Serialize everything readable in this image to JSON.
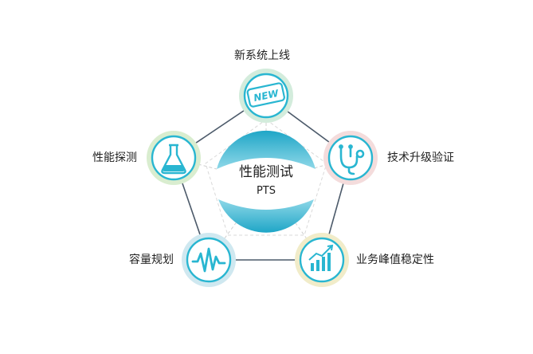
{
  "diagram": {
    "center": {
      "title": "性能测试",
      "subtitle": "PTS"
    },
    "nodes": [
      {
        "id": "new-system",
        "label": "新系统上线",
        "icon": "new-badge-icon",
        "ring_color": "#d3ecdc",
        "icon_badge_text": "NEW"
      },
      {
        "id": "tech-upgrade",
        "label": "技术升级验证",
        "icon": "stethoscope-icon",
        "ring_color": "#f4dcdc"
      },
      {
        "id": "peak",
        "label": "业务峰值稳定性",
        "icon": "growth-chart-icon",
        "ring_color": "#f1ecc9"
      },
      {
        "id": "capacity",
        "label": "容量规划",
        "icon": "pulse-wave-icon",
        "ring_color": "#cfe8f0"
      },
      {
        "id": "perf-probe",
        "label": "性能探测",
        "icon": "flask-icon",
        "ring_color": "#d9edcf"
      }
    ],
    "colors": {
      "accent": "#29b6d1",
      "accent_light": "#8fd8e8",
      "edge": "#4c5a6a",
      "spoke": "#cfcfcf"
    }
  }
}
